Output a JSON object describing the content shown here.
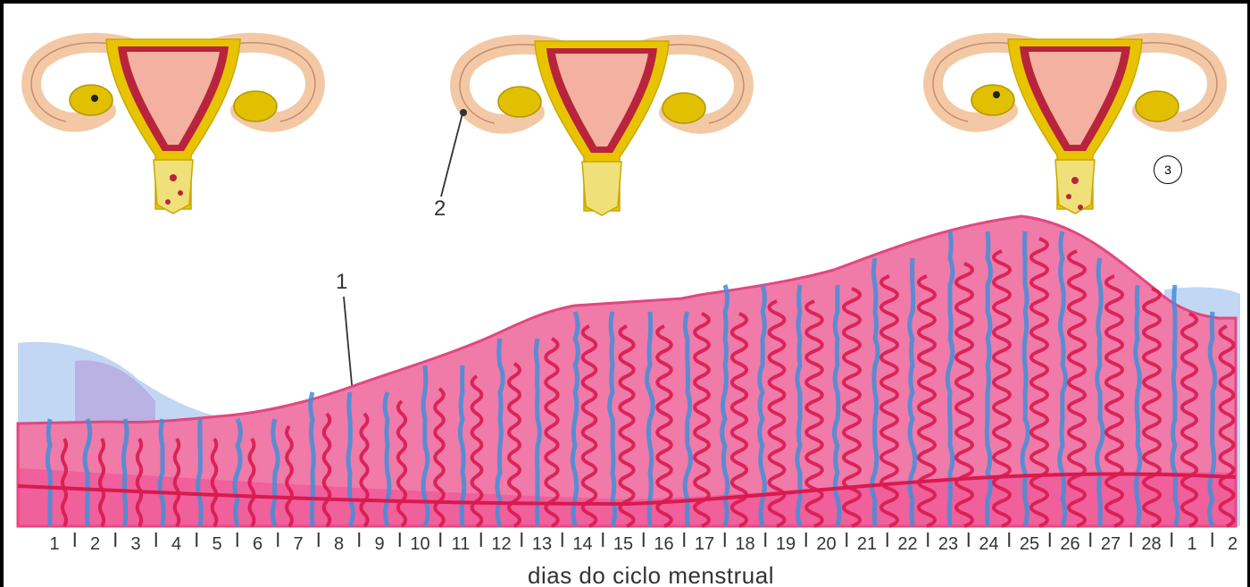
{
  "labels": {
    "one": "1",
    "two": "2",
    "three": "3"
  },
  "caption": "dias do ciclo menstrual",
  "days": [
    "1",
    "2",
    "3",
    "4",
    "5",
    "6",
    "7",
    "8",
    "9",
    "10",
    "11",
    "12",
    "13",
    "14",
    "15",
    "16",
    "17",
    "18",
    "19",
    "20",
    "21",
    "22",
    "23",
    "24",
    "25",
    "26",
    "27",
    "28",
    "1",
    "2"
  ],
  "colors": {
    "tissue": "#f07aa8",
    "tissue_light": "#f6a9c6",
    "vessel_red": "#d81a4f",
    "vessel_blue": "#3f8fd9",
    "uterus_outer": "#f3c9a5",
    "uterus_gold": "#e8c400",
    "uterus_inner": "#b8243c",
    "ovary": "#e0c000"
  }
}
